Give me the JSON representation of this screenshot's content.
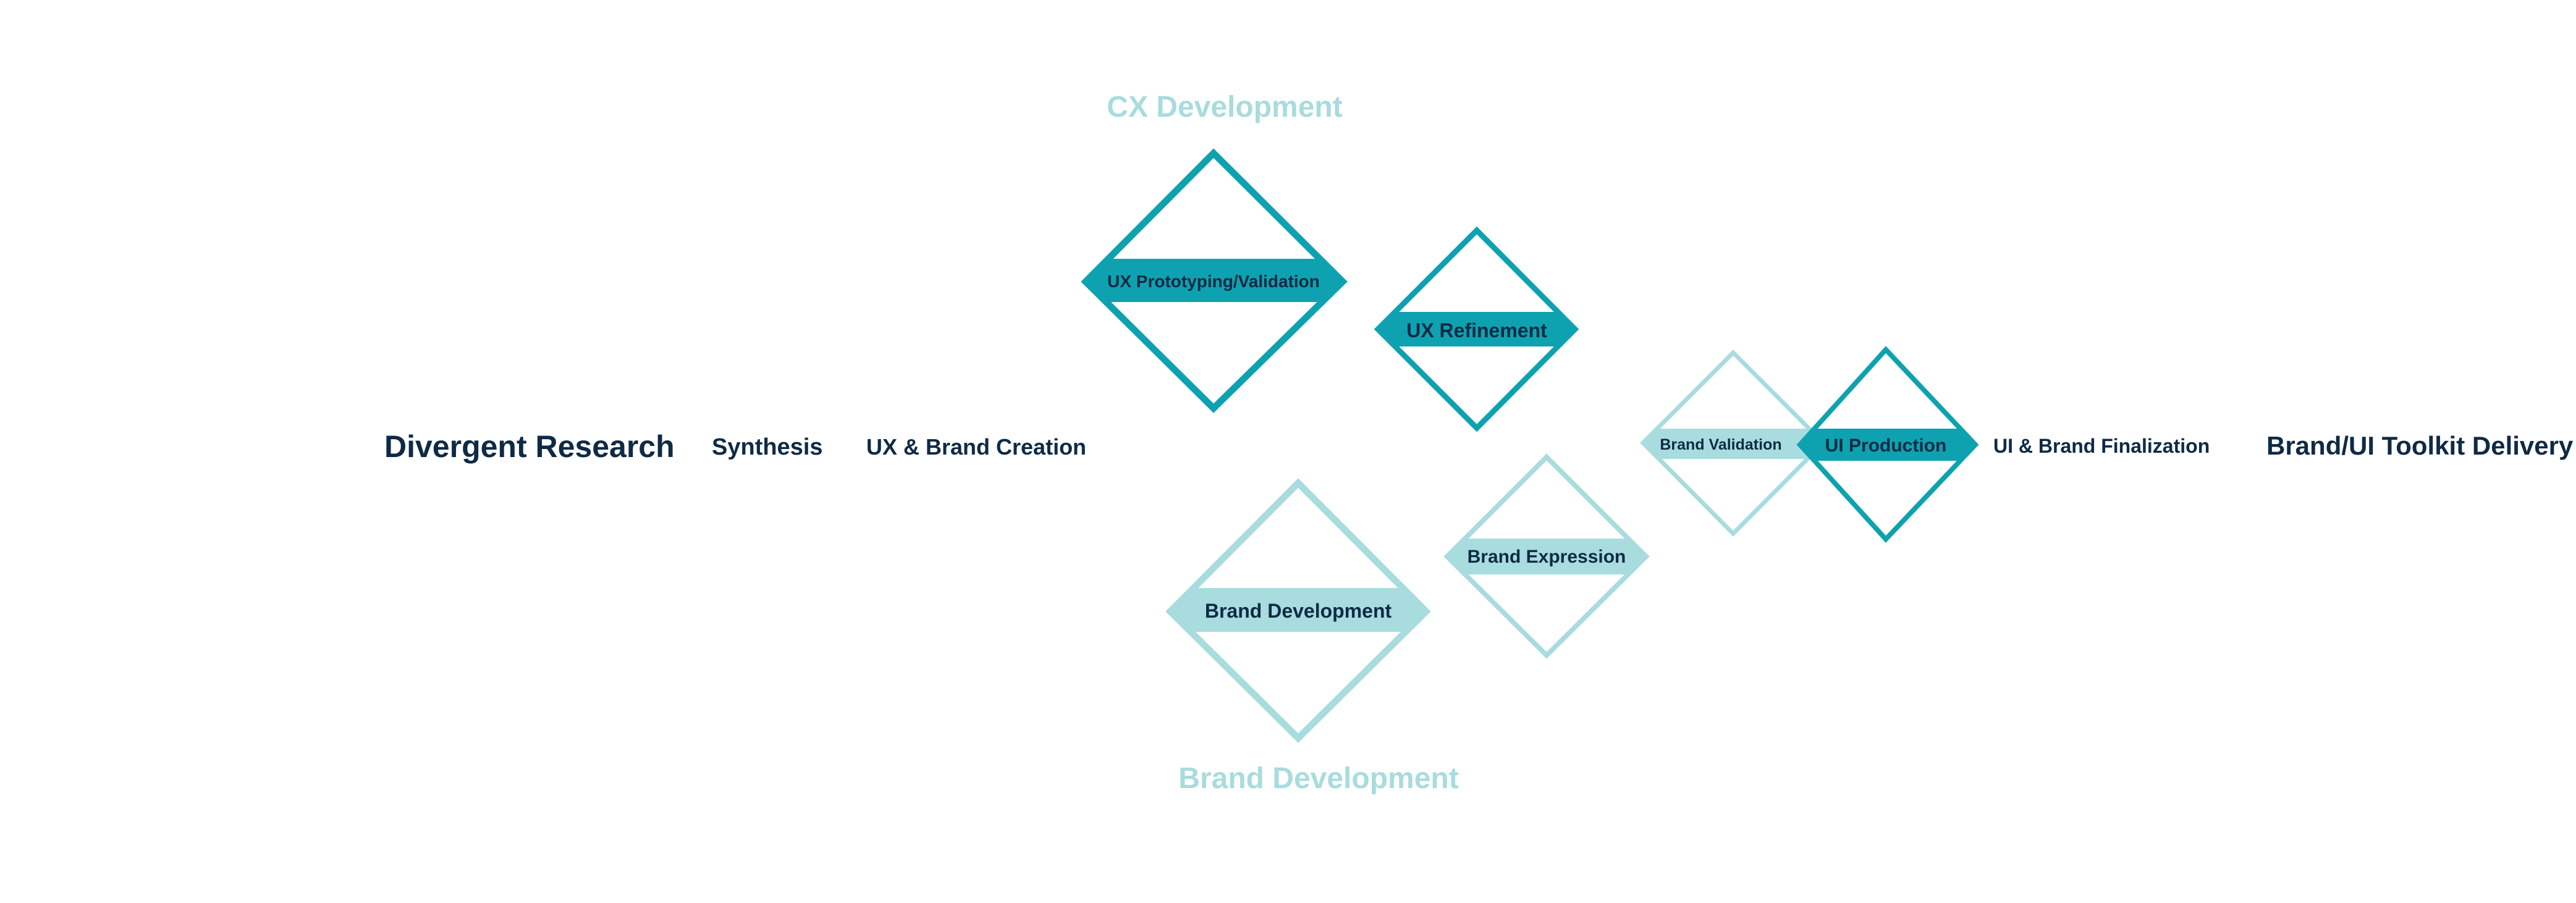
{
  "colors": {
    "dark": "#0ea2b0",
    "light": "#a8dcde",
    "text": "#0e2a45",
    "background": "#ffffff"
  },
  "track_labels": {
    "top": "CX Development",
    "bottom": "Brand Development"
  },
  "stages": {
    "divergent_research": "Divergent Research",
    "synthesis": "Synthesis",
    "ux_brand_creation": "UX & Brand Creation",
    "ui_brand_finalization": "UI & Brand Finalization",
    "toolkit_delivery": "Brand/UI Toolkit Delivery"
  },
  "diamonds": {
    "ux_prototyping": {
      "label": "UX Prototyping/Validation",
      "tone": "dark"
    },
    "ux_refinement": {
      "label": "UX Refinement",
      "tone": "dark"
    },
    "brand_development": {
      "label": "Brand Development",
      "tone": "light"
    },
    "brand_expression": {
      "label": "Brand Expression",
      "tone": "light"
    },
    "brand_validation": {
      "label": "Brand Validation",
      "tone": "light"
    },
    "ui_production": {
      "label": "UI Production",
      "tone": "dark"
    }
  }
}
